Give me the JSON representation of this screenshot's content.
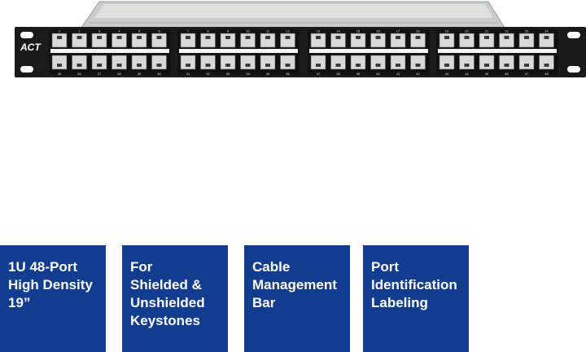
{
  "product": {
    "brand": "ACT",
    "ports_top": [
      "1",
      "2",
      "3",
      "4",
      "5",
      "6",
      "7",
      "8",
      "9",
      "10",
      "11",
      "12",
      "13",
      "14",
      "15",
      "16",
      "17",
      "18",
      "19",
      "20",
      "21",
      "22",
      "23",
      "24"
    ],
    "ports_bottom": [
      "25",
      "26",
      "27",
      "28",
      "29",
      "30",
      "31",
      "32",
      "33",
      "34",
      "35",
      "36",
      "37",
      "38",
      "39",
      "40",
      "41",
      "42",
      "43",
      "44",
      "45",
      "46",
      "47",
      "48"
    ],
    "colors": {
      "faceplate": "#1b1b1b",
      "tray": "#c9ccca",
      "label_strip": "#f4f4f4"
    }
  },
  "features": [
    {
      "lines": [
        "1U  48-Port",
        "High Density",
        "19”"
      ]
    },
    {
      "lines": [
        "For",
        "Shielded &",
        "Unshielded",
        "Keystones"
      ]
    },
    {
      "lines": [
        "Cable",
        "Management",
        "Bar"
      ]
    },
    {
      "lines": [
        "Port",
        "Identification",
        "Labeling"
      ]
    }
  ],
  "colors": {
    "tile_background": "#123c8f",
    "tile_text": "#ffffff"
  }
}
